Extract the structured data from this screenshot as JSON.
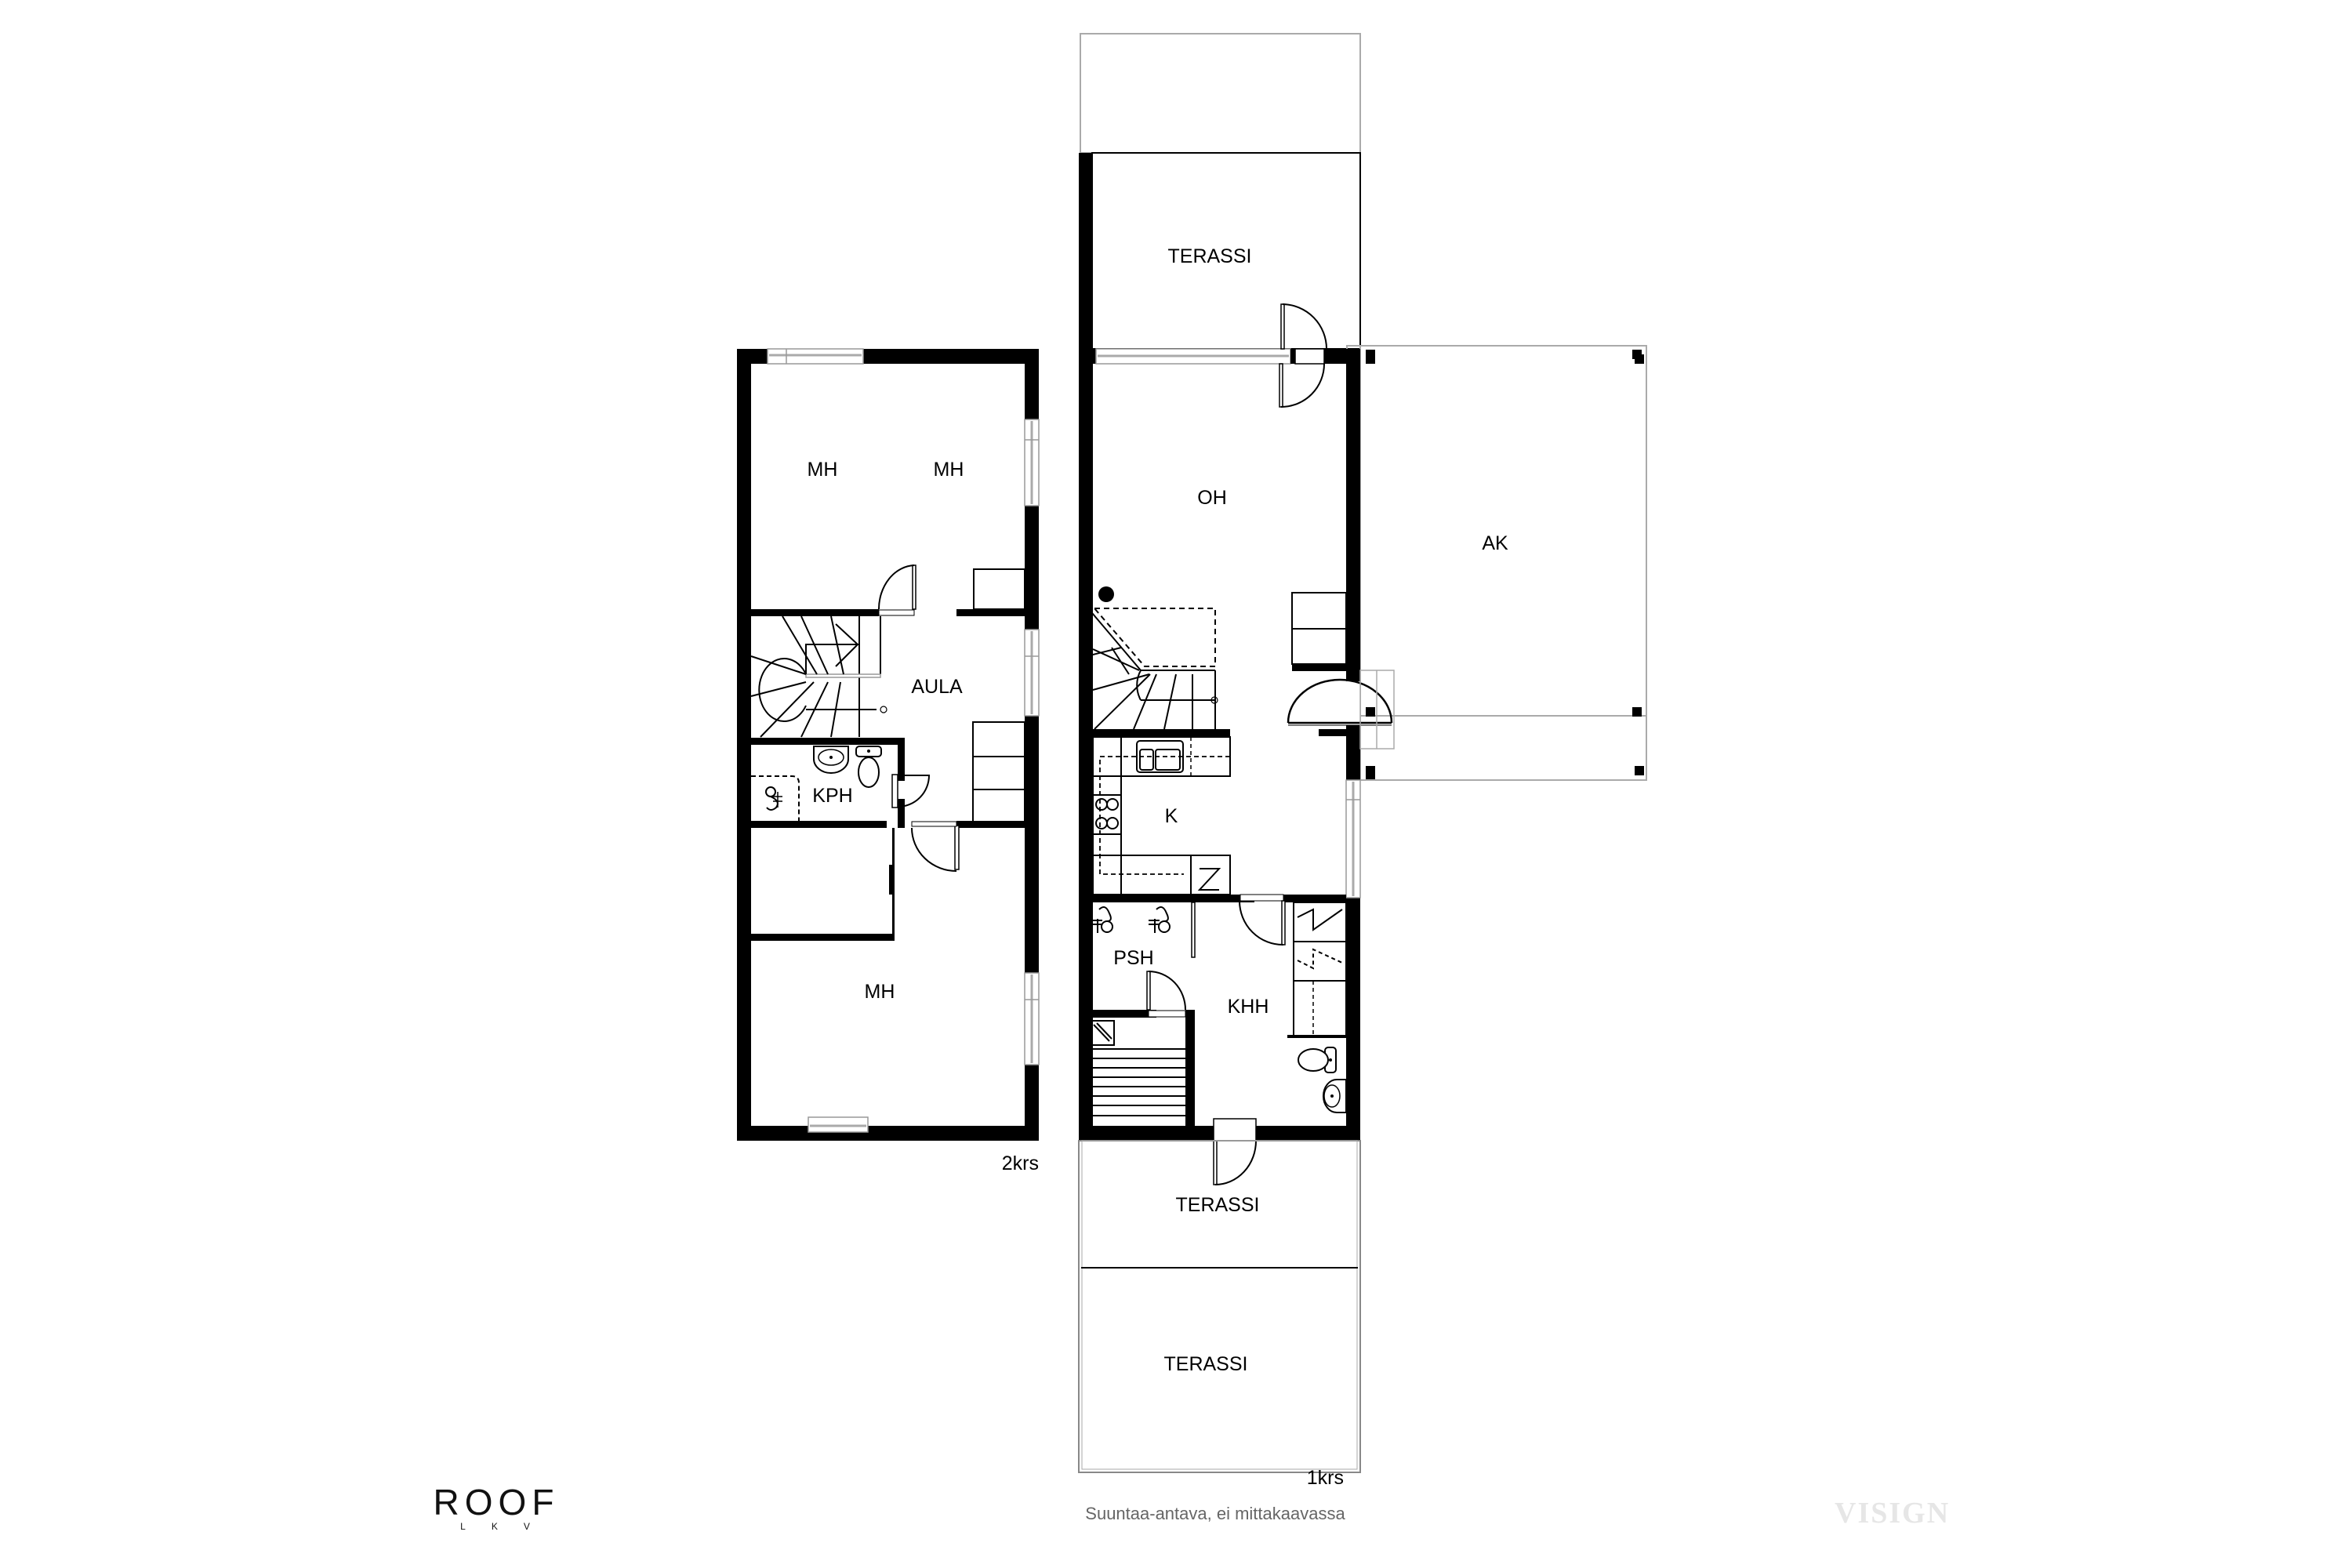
{
  "floorplan": {
    "floors": [
      {
        "label": "2krs",
        "rooms": [
          {
            "id": "mh1",
            "label": "MH"
          },
          {
            "id": "mh2",
            "label": "MH"
          },
          {
            "id": "aula",
            "label": "AULA"
          },
          {
            "id": "kph",
            "label": "KPH"
          },
          {
            "id": "mh3",
            "label": "MH"
          }
        ]
      },
      {
        "label": "1krs",
        "rooms": [
          {
            "id": "terassi_top",
            "label": "TERASSI"
          },
          {
            "id": "oh",
            "label": "OH"
          },
          {
            "id": "ak",
            "label": "AK"
          },
          {
            "id": "k",
            "label": "K"
          },
          {
            "id": "psh",
            "label": "PSH"
          },
          {
            "id": "khh",
            "label": "KHH"
          },
          {
            "id": "terassi_mid",
            "label": "TERASSI"
          },
          {
            "id": "terassi_bottom",
            "label": "TERASSI"
          }
        ]
      }
    ],
    "colors": {
      "wall": "#000000",
      "window": "#9a9a9a",
      "outline": "#a0a0a0",
      "background": "#ffffff"
    }
  },
  "footer": {
    "logo_main": "ROOF",
    "logo_sub": "LKV",
    "disclaimer": "Suuntaa-antava, ei mittakaavassa",
    "watermark": "VISIGN"
  }
}
